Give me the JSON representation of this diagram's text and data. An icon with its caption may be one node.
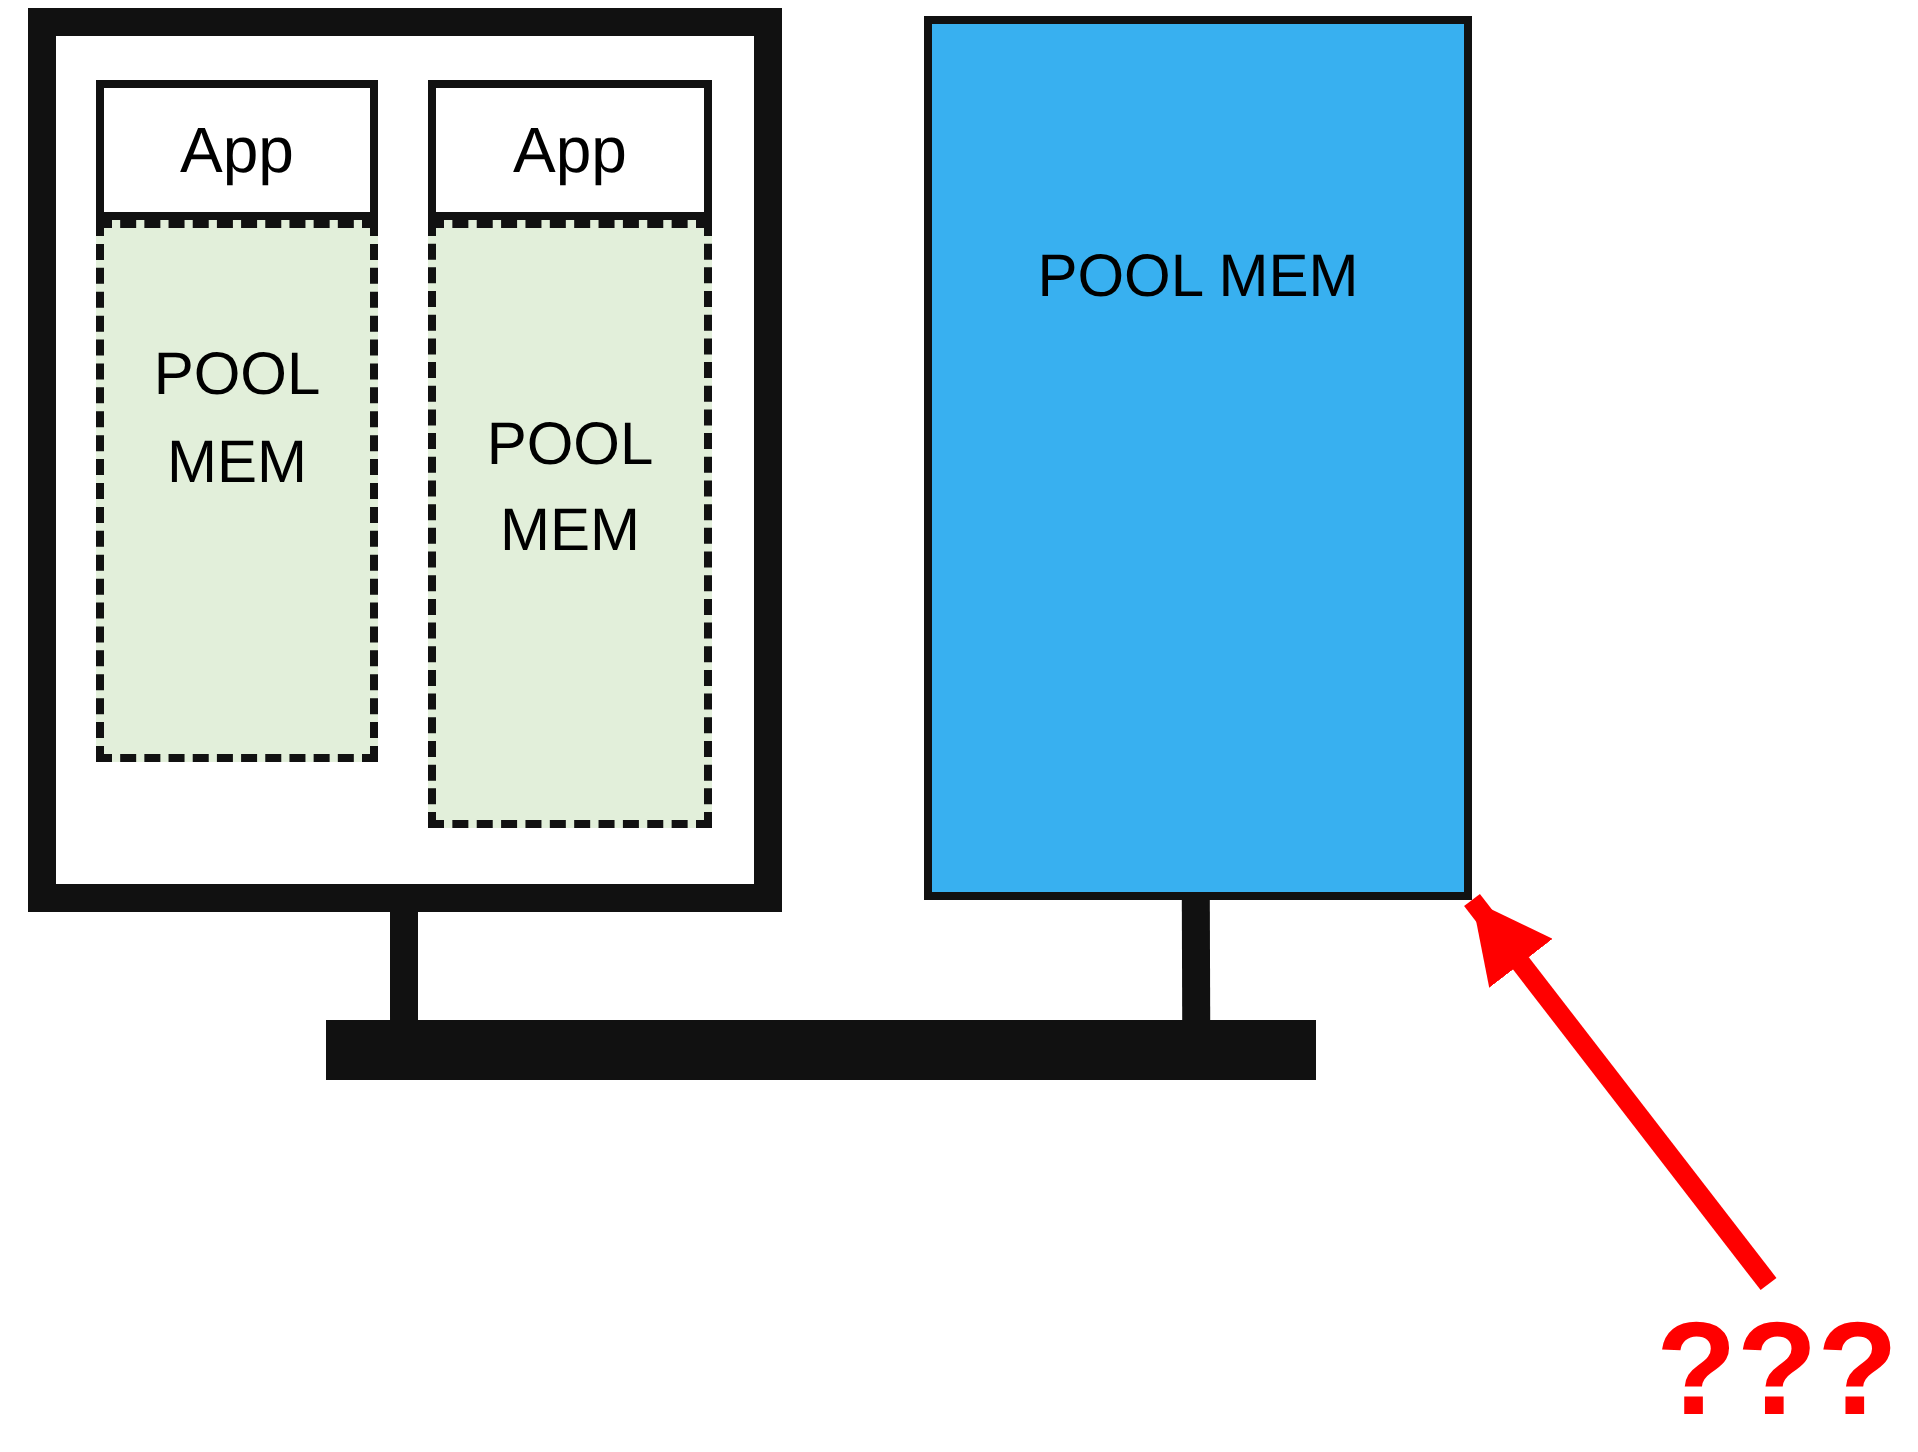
{
  "diagram": {
    "nodes": [
      {
        "text": [],
        "shape": "box"
      },
      {
        "text": [
          "App"
        ],
        "in": 0
      },
      {
        "text": [
          "POOL MEM"
        ],
        "in": 0
      },
      {
        "text": [
          "App"
        ],
        "in": 0
      },
      {
        "text": [
          "POOL MEM"
        ],
        "in": 0
      },
      {
        "text": [
          "POOL MEM"
        ]
      },
      {
        "text": [],
        "shape": "bar"
      },
      {
        "text": [
          "???"
        ]
      }
    ],
    "edges": [
      {
        "from": 0,
        "to": 6,
        "arrow": "none"
      },
      {
        "from": 5,
        "to": 6,
        "arrow": "none"
      },
      {
        "from": 7,
        "to": 5,
        "arrow": "to",
        "color": "#ff0000"
      }
    ]
  }
}
